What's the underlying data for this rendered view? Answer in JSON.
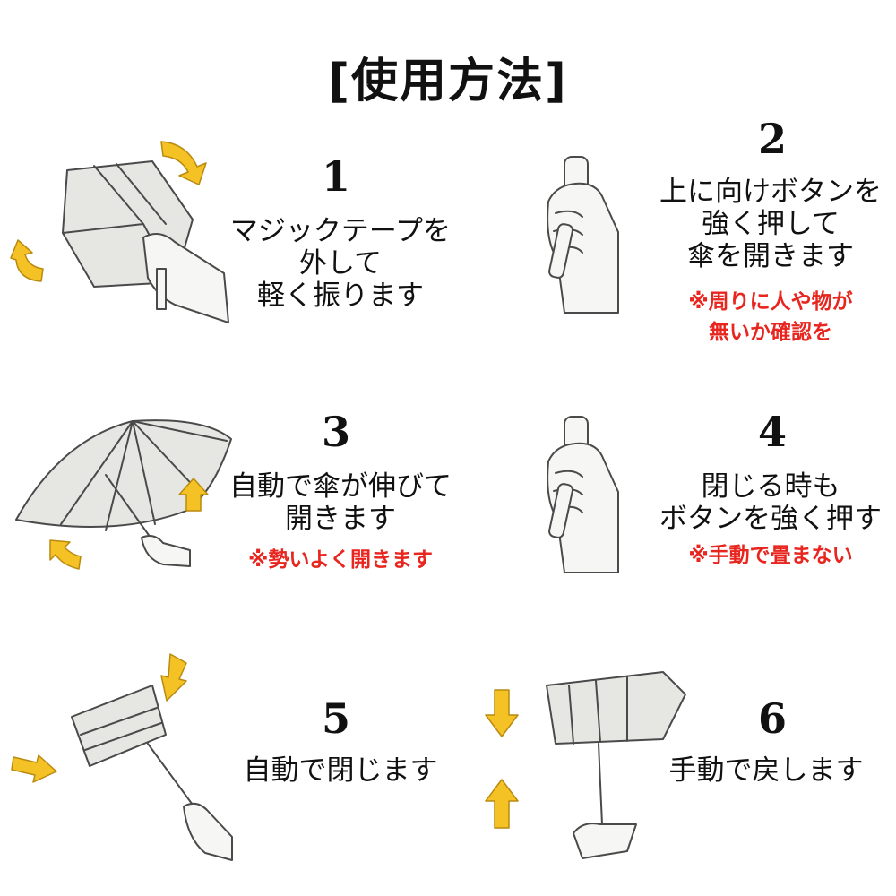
{
  "title": "[使用方法]",
  "steps": [
    {
      "number": "1",
      "lines": [
        "マジックテープを",
        "外して",
        "軽く振ります"
      ],
      "note": []
    },
    {
      "number": "2",
      "lines": [
        "上に向けボタンを",
        "強く押して",
        "傘を開きます"
      ],
      "note": [
        "※周りに人や物が",
        "無いか確認を"
      ]
    },
    {
      "number": "3",
      "lines": [
        "自動で傘が伸びて",
        "開きます"
      ],
      "note": [
        "※勢いよく開きます"
      ]
    },
    {
      "number": "4",
      "lines": [
        "閉じる時も",
        "ボタンを強く押す"
      ],
      "note": [
        "※手動で畳まない"
      ]
    },
    {
      "number": "5",
      "lines": [
        "自動で閉じます"
      ],
      "note": []
    },
    {
      "number": "6",
      "lines": [
        "手動で戻します"
      ],
      "note": []
    }
  ],
  "colors": {
    "note": "#e8261f",
    "arrow": "#f5c225",
    "line": "#4a4a4a"
  },
  "icons": [
    "curved-arrow-icon",
    "arrow-icon"
  ]
}
